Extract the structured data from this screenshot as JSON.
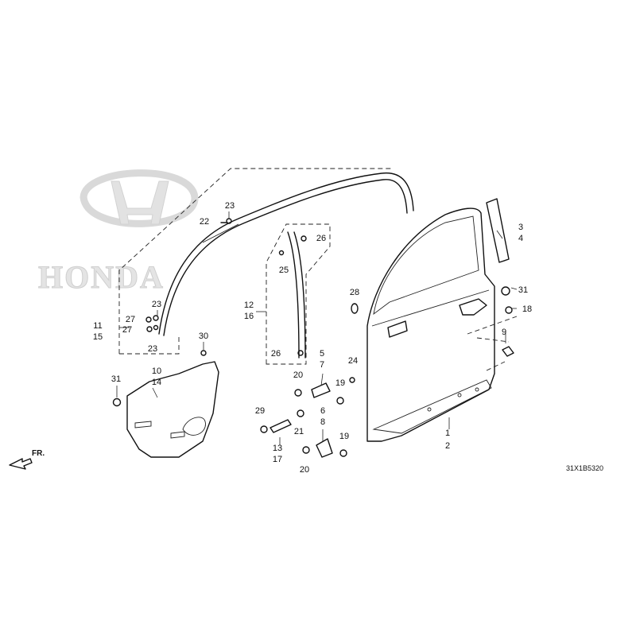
{
  "diagram_code": "31X1B5320",
  "front_indicator": "FR.",
  "watermark": {
    "text": "HONDA",
    "logo": "honda-h-logo"
  },
  "labels": {
    "p1": "1",
    "p2": "2",
    "p3": "3",
    "p4": "4",
    "p5": "5",
    "p6": "6",
    "p7": "7",
    "p8": "8",
    "p9": "9",
    "p10": "10",
    "p11": "11",
    "p12": "12",
    "p13": "13",
    "p14": "14",
    "p15": "15",
    "p16": "16",
    "p17": "17",
    "p18": "18",
    "p19a": "19",
    "p19b": "19",
    "p20a": "20",
    "p20b": "20",
    "p21": "21",
    "p22": "22",
    "p23a": "23",
    "p23b": "23",
    "p23c": "23",
    "p24": "24",
    "p25": "25",
    "p26a": "26",
    "p26b": "26",
    "p27a": "27",
    "p27b": "27",
    "p28": "28",
    "p29": "29",
    "p30": "30",
    "p31a": "31",
    "p31b": "31"
  }
}
